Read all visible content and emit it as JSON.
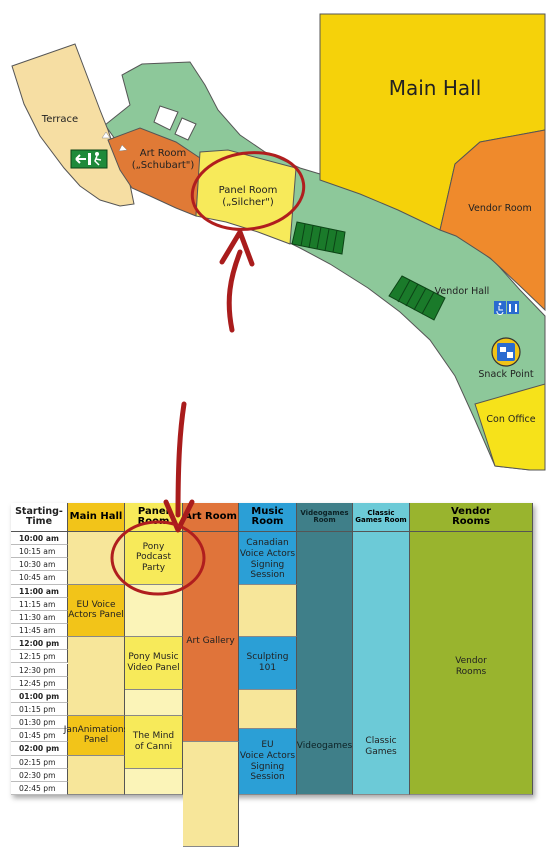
{
  "map": {
    "rooms": {
      "main_hall": "Main Hall",
      "terrace": "Terrace",
      "art_room": "Art Room\n(„Schubart\")",
      "panel_room": "Panel Room\n(„Silcher\")",
      "vendor_room": "Vendor Room",
      "vendor_hall": "Vendor Hall",
      "snack_point": "Snack Point",
      "con_office": "Con Office"
    },
    "colors": {
      "main_hall": "#f5d20a",
      "vendor_room": "#ef8a2c",
      "art_room": "#e07a36",
      "panel_room": "#f7ea5a",
      "corridor": "#8dc89a",
      "terrace": "#f6dea3",
      "con_office": "#f6e21a",
      "highlight": "#b01e1e",
      "stairs": "#1a7a2a"
    },
    "icons": [
      "exit-sign-icon",
      "stairs-icon",
      "wheelchair-icon",
      "restroom-icon",
      "snack-icon"
    ]
  },
  "schedule": {
    "headers": [
      {
        "label": "Starting-\nTime",
        "color": "#ffffff"
      },
      {
        "label": "Main Hall",
        "color": "#f2c419"
      },
      {
        "label": "Panel\nRoom",
        "color": "#f7ea5a"
      },
      {
        "label": "Art Room",
        "color": "#e0743a"
      },
      {
        "label": "Music\nRoom",
        "color": "#2b9fd6"
      },
      {
        "label": "Videogames\nRoom",
        "color": "#3f7f89"
      },
      {
        "label": "Classic\nGames Room",
        "color": "#6ccad7"
      },
      {
        "label": "Vendor\nRooms",
        "color": "#99b42e"
      }
    ],
    "times": [
      "10:00 am",
      "10:15 am",
      "10:30 am",
      "10:45 am",
      "11:00 am",
      "11:15 am",
      "11:30 am",
      "11:45 am",
      "12:00 pm",
      "12:15 pm",
      "12:30 pm",
      "12:45 pm",
      "01:00 pm",
      "01:15 pm",
      "01:30 pm",
      "01:45 pm",
      "02:00 pm",
      "02:15 pm",
      "02:30 pm",
      "02:45 pm"
    ],
    "bold_times": [
      "10:00 am",
      "11:00 am",
      "12:00 pm",
      "01:00 pm",
      "02:00 pm"
    ],
    "events": [
      {
        "col": 1,
        "start": 0,
        "span": 4,
        "label": "",
        "color": "#f7e69a"
      },
      {
        "col": 1,
        "start": 4,
        "span": 4,
        "label": "EU Voice\nActors Panel",
        "color": "#f2c419"
      },
      {
        "col": 1,
        "start": 8,
        "span": 6,
        "label": "",
        "color": "#f7e69a"
      },
      {
        "col": 1,
        "start": 14,
        "span": 3,
        "label": "JanAnimations\nPanel",
        "color": "#f2c419"
      },
      {
        "col": 1,
        "start": 17,
        "span": 3,
        "label": "",
        "color": "#f7e69a"
      },
      {
        "col": 2,
        "start": 0,
        "span": 4,
        "label": "Pony\nPodcast\nParty",
        "color": "#f7ea5a"
      },
      {
        "col": 2,
        "start": 4,
        "span": 4,
        "label": "",
        "color": "#fbf4b8"
      },
      {
        "col": 2,
        "start": 8,
        "span": 4,
        "label": "Pony Music\nVideo Panel",
        "color": "#f7ea5a"
      },
      {
        "col": 2,
        "start": 12,
        "span": 2,
        "label": "",
        "color": "#fbf4b8"
      },
      {
        "col": 2,
        "start": 14,
        "span": 4,
        "label": "The Mind\nof Canni",
        "color": "#f7ea5a"
      },
      {
        "col": 2,
        "start": 18,
        "span": 2,
        "label": "",
        "color": "#fbf4b8"
      },
      {
        "col": 3,
        "start": 0,
        "span": 16,
        "label": "Art Gallery",
        "color": "#e0743a"
      },
      {
        "col": 3,
        "start": 16,
        "span": 4,
        "label": "",
        "color": "#f7e69a"
      },
      {
        "col": 4,
        "start": 0,
        "span": 4,
        "label": "Canadian\nVoice Actors\nSigning\nSession",
        "color": "#2b9fd6",
        "top": true
      },
      {
        "col": 4,
        "start": 4,
        "span": 4,
        "label": "",
        "color": "#f7e69a"
      },
      {
        "col": 4,
        "start": 8,
        "span": 4,
        "label": "Sculpting\n101",
        "color": "#2b9fd6"
      },
      {
        "col": 4,
        "start": 12,
        "span": 3,
        "label": "",
        "color": "#f7e69a"
      },
      {
        "col": 4,
        "start": 15,
        "span": 5,
        "label": "EU\nVoice Actors\nSigning\nSession",
        "color": "#2b9fd6"
      },
      {
        "col": 5,
        "start": 0,
        "span": 20,
        "label": "Videogames",
        "color": "#3f7f89",
        "bottomish": true
      },
      {
        "col": 6,
        "start": 0,
        "span": 20,
        "label": "Classic\nGames",
        "color": "#6ccad7",
        "bottomish": true
      },
      {
        "col": 7,
        "start": 0,
        "span": 20,
        "label": "Vendor\nRooms",
        "color": "#99b42e"
      }
    ]
  }
}
